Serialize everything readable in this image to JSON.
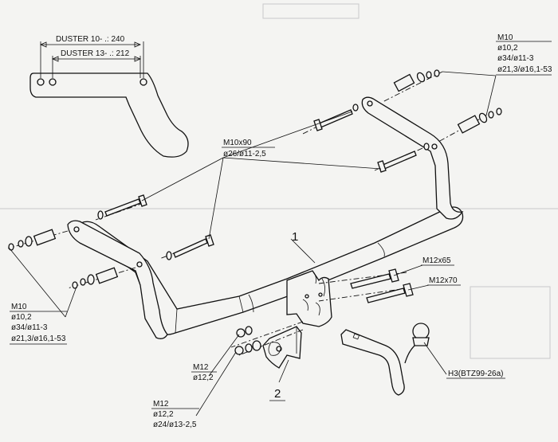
{
  "profile": {
    "dim_a": "DUSTER 10- .: 240",
    "dim_b": "DUSTER 13- .: 212"
  },
  "labels": {
    "m10_right": [
      "M10",
      "ø10,2",
      "ø34/ø11-3",
      "ø21,3/ø16,1-53"
    ],
    "m10x90": [
      "M10x90",
      "ø26/ø11-2,5"
    ],
    "m10_left": [
      "M10",
      "ø10,2",
      "ø34/ø11-3",
      "ø21,3/ø16,1-53"
    ],
    "m12x65": "M12x65",
    "m12x70": "M12x70",
    "m12_upper": [
      "M12",
      "ø12,2"
    ],
    "m12_lower": [
      "M12",
      "ø12,2",
      "ø24/ø13-2,5"
    ],
    "ball": "H3(BTZ99-26a)",
    "part1": "1",
    "part2": "2"
  }
}
